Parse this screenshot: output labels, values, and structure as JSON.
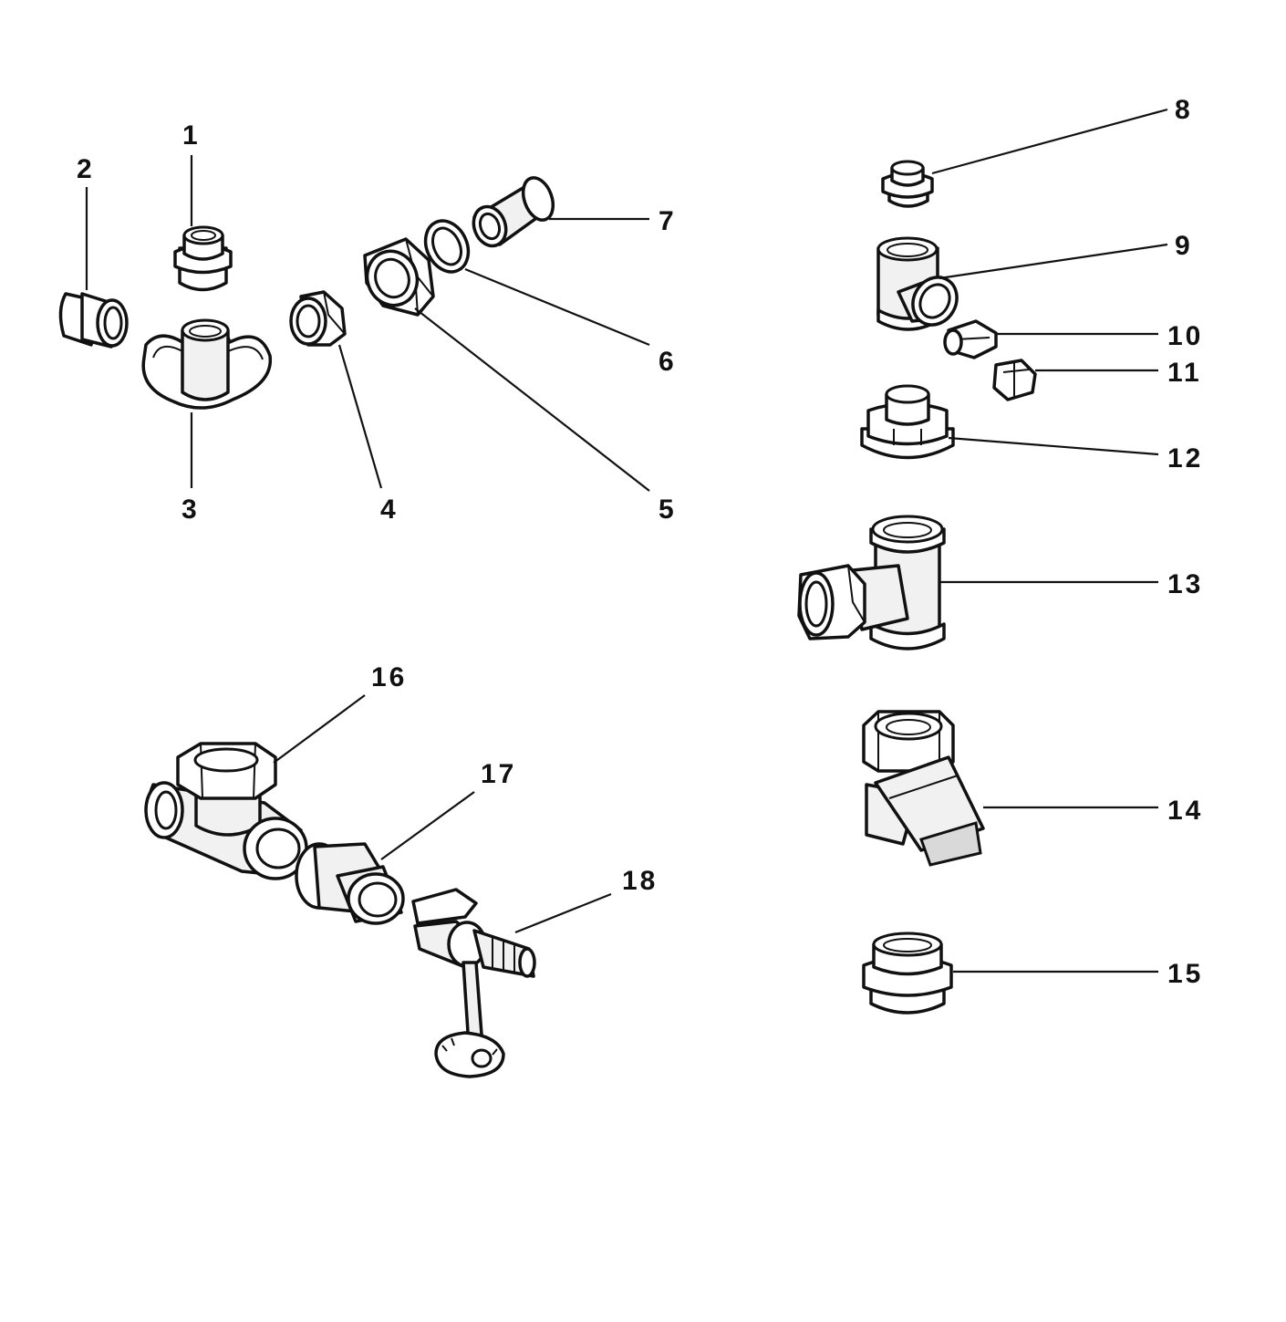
{
  "callouts": [
    {
      "id": "1",
      "label": "1"
    },
    {
      "id": "2",
      "label": "2"
    },
    {
      "id": "3",
      "label": "3"
    },
    {
      "id": "4",
      "label": "4"
    },
    {
      "id": "5",
      "label": "5"
    },
    {
      "id": "6",
      "label": "6"
    },
    {
      "id": "7",
      "label": "7"
    },
    {
      "id": "8",
      "label": "8"
    },
    {
      "id": "9",
      "label": "9"
    },
    {
      "id": "10",
      "label": "10"
    },
    {
      "id": "11",
      "label": "11"
    },
    {
      "id": "12",
      "label": "12"
    },
    {
      "id": "13",
      "label": "13"
    },
    {
      "id": "14",
      "label": "14"
    },
    {
      "id": "15",
      "label": "15"
    },
    {
      "id": "16",
      "label": "16"
    },
    {
      "id": "17",
      "label": "17"
    },
    {
      "id": "18",
      "label": "18"
    }
  ],
  "colors": {
    "ink": "#111111",
    "paper": "#ffffff"
  }
}
